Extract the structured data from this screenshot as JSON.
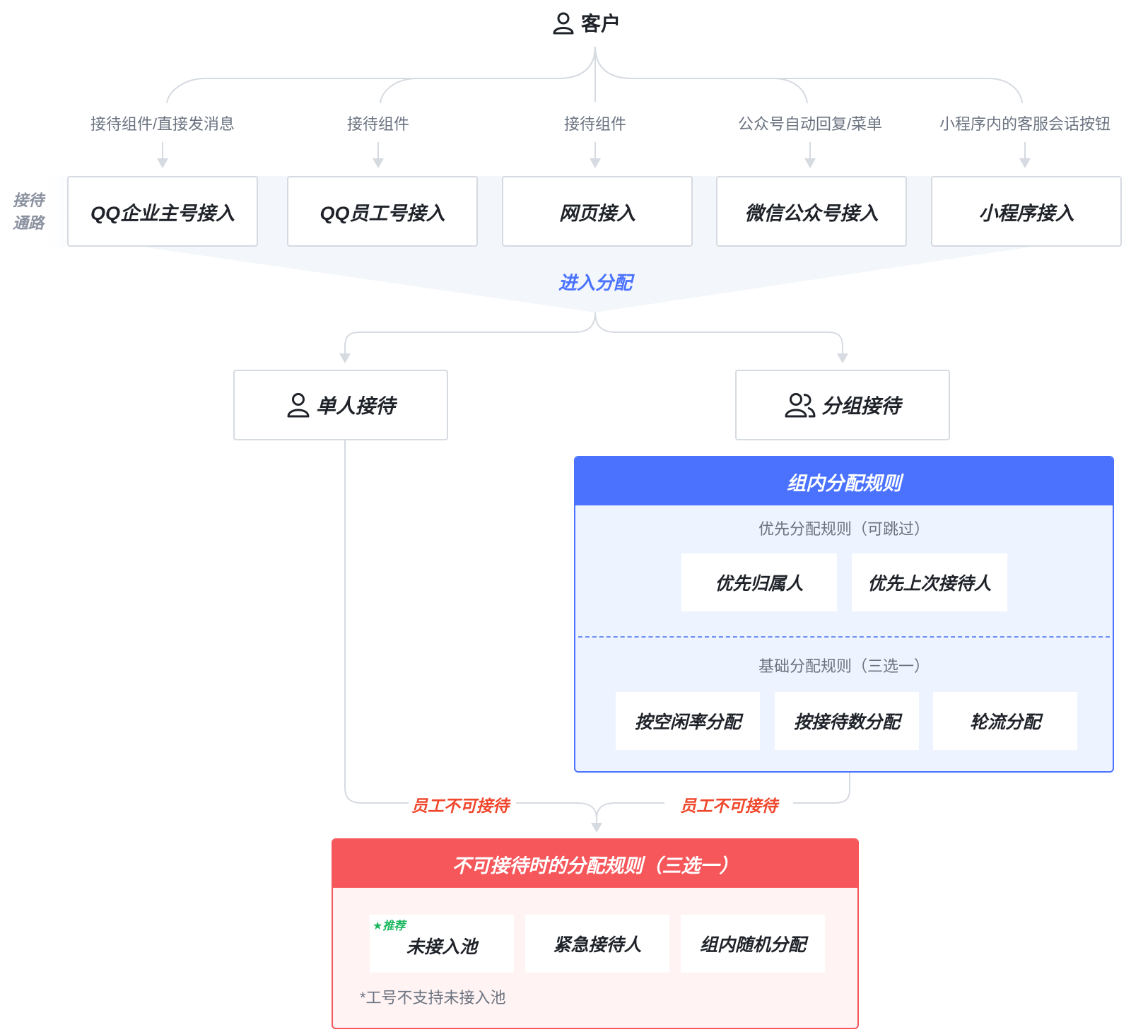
{
  "customer": {
    "label": "客户",
    "icon": "user-icon"
  },
  "entry_methods": [
    "接待组件/直接发消息",
    "接待组件",
    "接待组件",
    "公众号自动回复/菜单",
    "小程序内的客服会话按钮"
  ],
  "side_label": {
    "line1": "接待",
    "line2": "通路"
  },
  "channels": [
    "QQ企业主号接入",
    "QQ员工号接入",
    "网页接入",
    "微信公众号接入",
    "小程序接入"
  ],
  "distribution_label": "进入分配",
  "modes": {
    "single": {
      "label": "单人接待",
      "icon": "user-icon"
    },
    "group": {
      "label": "分组接待",
      "icon": "users-icon"
    }
  },
  "group_rules": {
    "title": "组内分配规则",
    "priority_title": "优先分配规则（可跳过）",
    "priority_items": [
      "优先归属人",
      "优先上次接待人"
    ],
    "basic_title": "基础分配规则（三选一）",
    "basic_items": [
      "按空闲率分配",
      "按接待数分配",
      "轮流分配"
    ]
  },
  "unavailable_labels": [
    "员工不可接待",
    "员工不可接待"
  ],
  "fallback_rules": {
    "title": "不可接待时的分配规则（三选一）",
    "items": [
      "未接入池",
      "紧急接待人",
      "组内随机分配"
    ],
    "recommend_badge": "推荐",
    "note": "*工号不支持未接入池"
  },
  "colors": {
    "accent_blue": "#4a72ff",
    "accent_red": "#f5575b",
    "line_gray": "#d6dae1",
    "recommend_green": "#19b75d"
  }
}
